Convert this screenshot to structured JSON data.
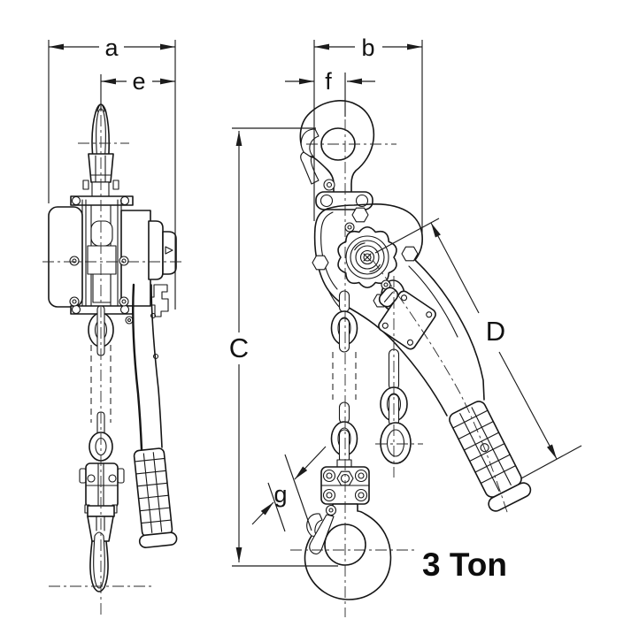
{
  "diagram": {
    "capacity_label": "3 Ton",
    "dimensions": {
      "a": "a",
      "e": "e",
      "b": "b",
      "f": "f",
      "C": "C",
      "D": "D",
      "g": "g"
    },
    "colors": {
      "line": "#161616",
      "background": "#ffffff"
    }
  }
}
